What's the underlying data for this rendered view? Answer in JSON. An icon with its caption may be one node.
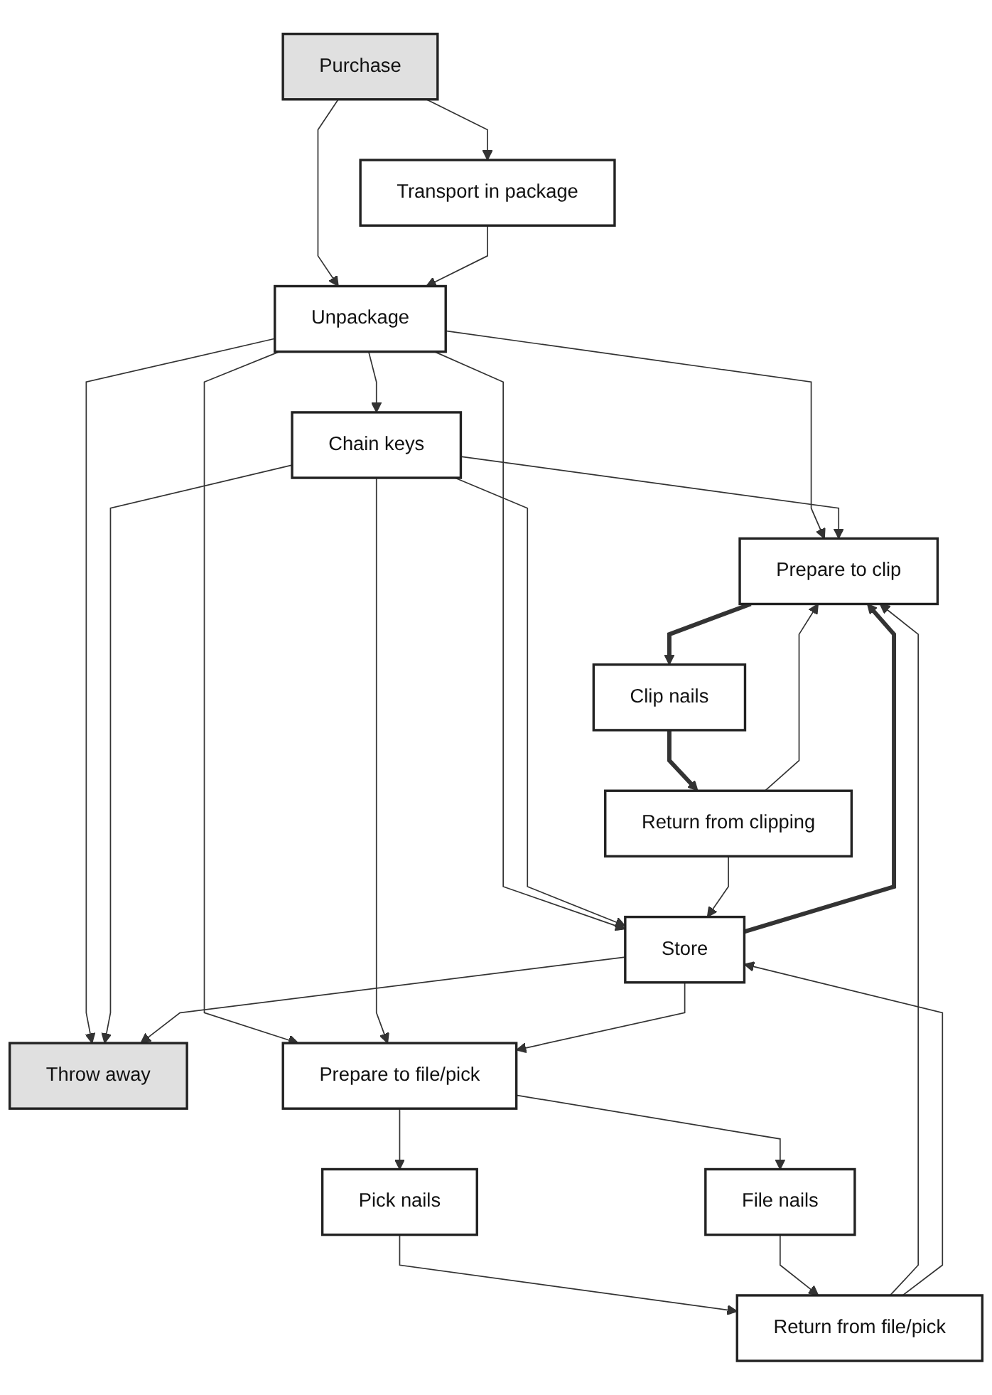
{
  "diagram": {
    "nodes": [
      {
        "text": [
          "Purchase"
        ]
      },
      {
        "text": [
          "Transport in package"
        ]
      },
      {
        "text": [
          "Unpackage"
        ]
      },
      {
        "text": [
          "Throw away"
        ]
      },
      {
        "text": [
          "Chain keys"
        ]
      },
      {
        "text": [
          "Prepare to clip"
        ]
      },
      {
        "text": [
          "Prepare to file/pick"
        ]
      },
      {
        "text": [
          "Store"
        ]
      },
      {
        "text": [
          "Clip nails"
        ]
      },
      {
        "text": [
          "Pick nails"
        ]
      },
      {
        "text": [
          "File nails"
        ]
      },
      {
        "text": [
          "Return from clipping"
        ]
      },
      {
        "text": [
          "Return from file/pick"
        ]
      }
    ],
    "edges": [
      {
        "from": 0,
        "to": 1,
        "arrow": "to"
      },
      {
        "from": 0,
        "to": 2,
        "arrow": "to"
      },
      {
        "from": 1,
        "to": 2,
        "arrow": "to"
      },
      {
        "from": 2,
        "to": 4,
        "arrow": "to"
      },
      {
        "from": 2,
        "to": 5,
        "arrow": "to"
      },
      {
        "from": 2,
        "to": 6,
        "arrow": "to"
      },
      {
        "from": 2,
        "to": 3,
        "arrow": "to"
      },
      {
        "from": 2,
        "to": 7,
        "arrow": "to"
      },
      {
        "from": 4,
        "to": 5,
        "arrow": "to"
      },
      {
        "from": 4,
        "to": 6,
        "arrow": "to"
      },
      {
        "from": 4,
        "to": 3,
        "arrow": "to"
      },
      {
        "from": 4,
        "to": 7,
        "arrow": "to"
      },
      {
        "from": 7,
        "to": 5,
        "arrow": "to",
        "style": "thick"
      },
      {
        "from": 7,
        "to": 6,
        "arrow": "to"
      },
      {
        "from": 7,
        "to": 3,
        "arrow": "to"
      },
      {
        "from": 5,
        "to": 8,
        "arrow": "to",
        "style": "thick"
      },
      {
        "from": 8,
        "to": 11,
        "arrow": "to",
        "style": "thick"
      },
      {
        "from": 6,
        "to": 9,
        "arrow": "to"
      },
      {
        "from": 6,
        "to": 10,
        "arrow": "to"
      },
      {
        "from": 9,
        "to": 12,
        "arrow": "to"
      },
      {
        "from": 10,
        "to": 12,
        "arrow": "to"
      },
      {
        "from": 11,
        "to": 5,
        "arrow": "to"
      },
      {
        "from": 11,
        "to": 7,
        "arrow": "to"
      },
      {
        "from": 12,
        "to": 5,
        "arrow": "to"
      },
      {
        "from": 12,
        "to": 7,
        "arrow": "to"
      }
    ]
  }
}
